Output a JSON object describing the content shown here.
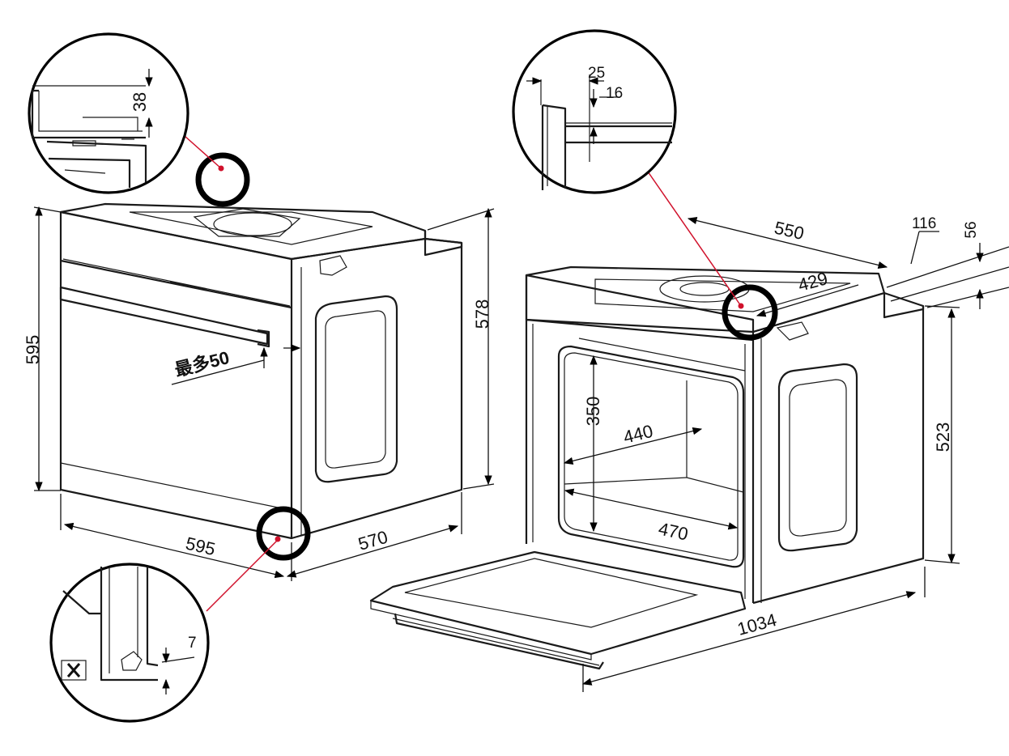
{
  "labels": {
    "left_height": "595",
    "left_width": "595",
    "left_depth": "570",
    "left_body_height": "578",
    "left_max": "最多50",
    "detail_top_gap": "38",
    "detail_bottom_gap": "7",
    "right_top_depth": "550",
    "right_top_width": "429",
    "right_side_116": "116",
    "right_side_56": "56",
    "right_side_523": "523",
    "right_cavity_350": "350",
    "right_cavity_440": "440",
    "right_cavity_470": "470",
    "right_total_depth": "1034",
    "detail_25": "25",
    "detail_16": "16"
  },
  "colors": {
    "outline": "#1a1a1a",
    "callout_marker": "#d0112b"
  }
}
